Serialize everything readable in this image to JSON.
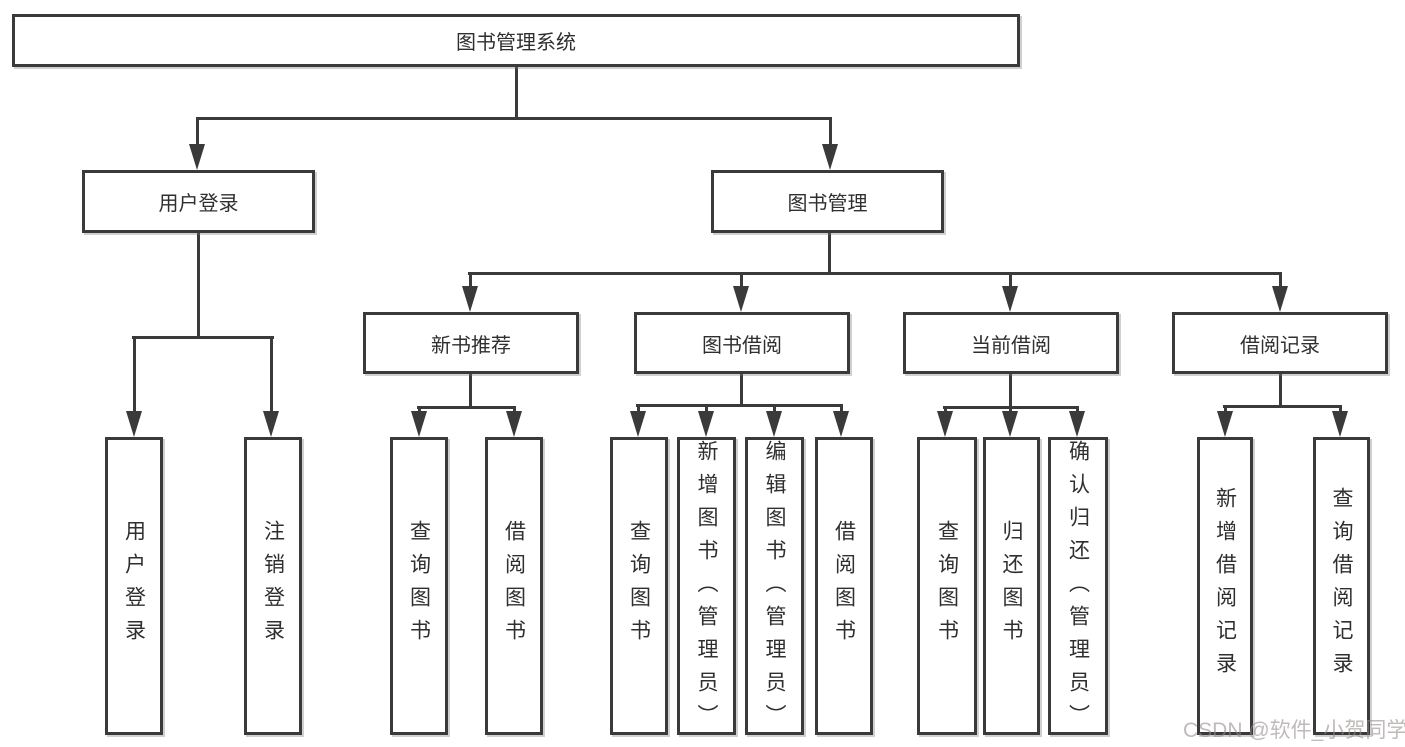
{
  "tree": {
    "root": "图书管理系统",
    "level2": [
      "用户登录",
      "图书管理"
    ],
    "user_login_children": [
      "用户登录",
      "注销登录"
    ],
    "management_children": [
      "新书推荐",
      "图书借阅",
      "当前借阅",
      "借阅记录"
    ],
    "new_book_children": [
      "查询图书",
      "借阅图书"
    ],
    "book_borrow_children": [
      "查询图书",
      "新增图书（管理员）",
      "编辑图书（管理员）",
      "借阅图书"
    ],
    "current_borrow_children": [
      "查询图书",
      "归还图书",
      "确认归还（管理员）"
    ],
    "borrow_record_children": [
      "新增借阅记录",
      "查询借阅记录"
    ]
  },
  "watermark": "CSDN @软件_小贺同学",
  "colors": {
    "line": "#3a3a3a",
    "text": "#2f2f2f",
    "watermark": "#b9b3b3",
    "background": "#ffffff"
  }
}
